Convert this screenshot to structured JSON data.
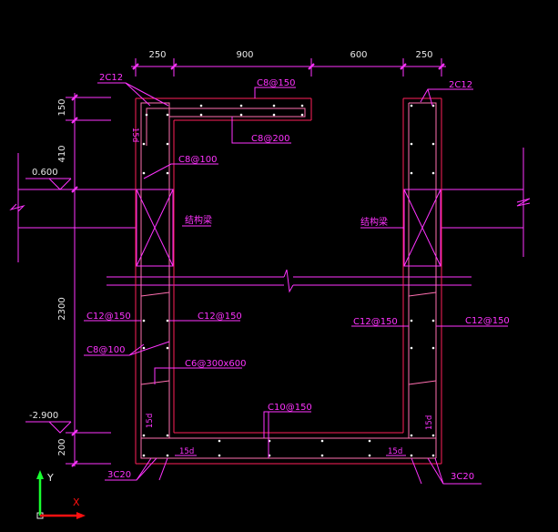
{
  "dimensions": {
    "top": [
      "250",
      "900",
      "600",
      "250"
    ],
    "left": [
      "150",
      "410",
      "2300",
      "200"
    ]
  },
  "elevations": {
    "upper": "0.600",
    "lower": "-2.900"
  },
  "labels": {
    "rebar_2c12_left": "2C12",
    "rebar_2c12_right": "2C12",
    "top_bars": "C8@150",
    "top_stirrup": "C8@200",
    "left_c8_100_upper": "C8@100",
    "beam_left": "结构梁",
    "beam_right": "结构梁",
    "wall_left_inner": "C12@150",
    "wall_left_outer": "C12@150",
    "wall_right_inner": "C12@150",
    "wall_right_outer": "C12@150",
    "left_c8_100_lower": "C8@100",
    "tie": "C6@300x600",
    "bottom_slab": "C10@150",
    "bottom_left_bars": "3C20",
    "bottom_right_bars": "3C20",
    "anchor_15d": "15d"
  },
  "ucs": {
    "y_label": "Y",
    "x_label": "X"
  },
  "colors": {
    "background": "#000000",
    "dimension": "#ff33ff",
    "text": "#e8e8e8",
    "wall": "#ff1f5a",
    "rebar": "#ff6fb0",
    "axis_x": "#ff1010",
    "axis_y": "#18ff30"
  }
}
